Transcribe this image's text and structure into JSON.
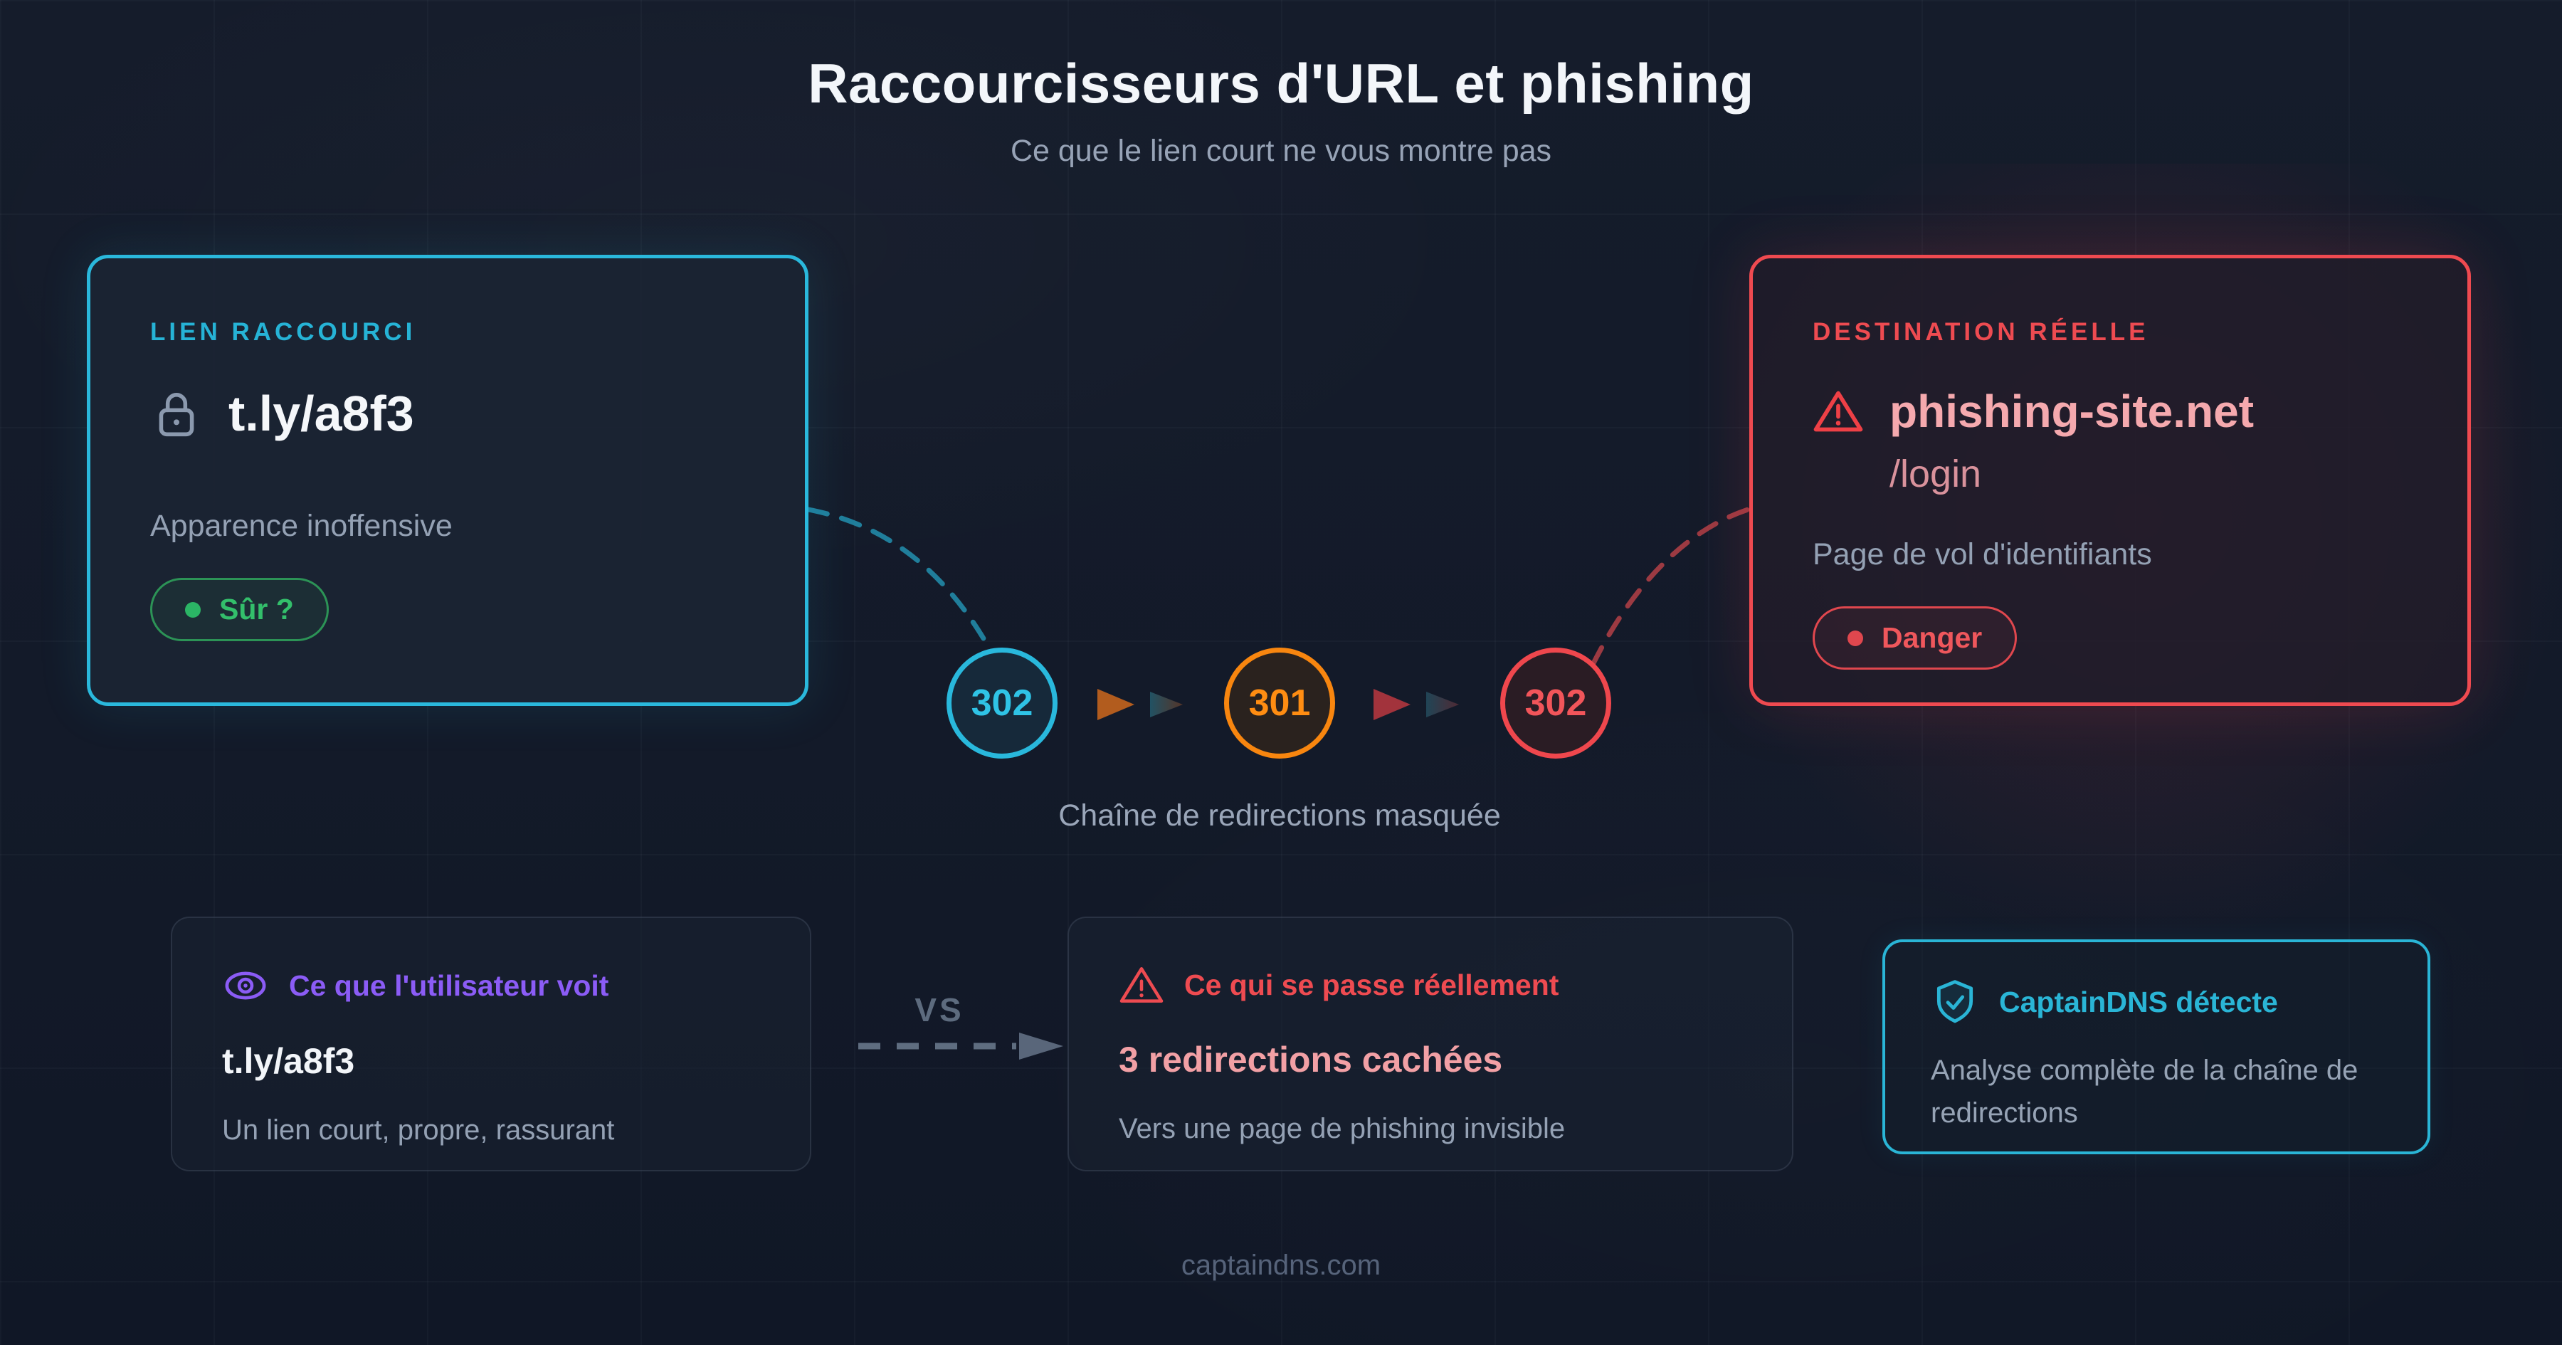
{
  "page": {
    "title": "Raccourcisseurs d'URL et phishing",
    "subtitle": "Ce que le lien court ne vous montre pas",
    "footer": "captaindns.com"
  },
  "colors": {
    "background": "#131a29",
    "cyan_accent": "#2ab8dc",
    "red_accent": "#ef4a50",
    "orange_accent": "#f8860f",
    "green_accent": "#2bb565",
    "purple_accent": "#8b5cf6",
    "salmon_text": "#f2a0a5",
    "muted_text": "#94a1b4"
  },
  "shortened_card": {
    "label": "LIEN RACCOURCI",
    "url": "t.ly/a8f3",
    "description": "Apparence inoffensive",
    "badge": "Sûr ?"
  },
  "destination_card": {
    "label": "DESTINATION RÉELLE",
    "domain": "phishing-site.net",
    "path": "/login",
    "description": "Page de vol d'identifiants",
    "badge": "Danger"
  },
  "chain": {
    "nodes": [
      {
        "code": "302",
        "color": "#29b8dc"
      },
      {
        "code": "301",
        "color": "#f8860f"
      },
      {
        "code": "302",
        "color": "#ef474d"
      }
    ],
    "caption": "Chaîne de redirections masquée"
  },
  "comparison": {
    "vs_label": "VS",
    "user_card": {
      "title": "Ce que l'utilisateur voit",
      "url": "t.ly/a8f3",
      "description": "Un lien court, propre, rassurant"
    },
    "reality_card": {
      "title": "Ce qui se passe réellement",
      "stat": "3 redirections cachées",
      "description": "Vers une page de phishing invisible"
    },
    "detect_card": {
      "title": "CaptainDNS détecte",
      "description": "Analyse complète de la chaîne de redirections"
    }
  }
}
